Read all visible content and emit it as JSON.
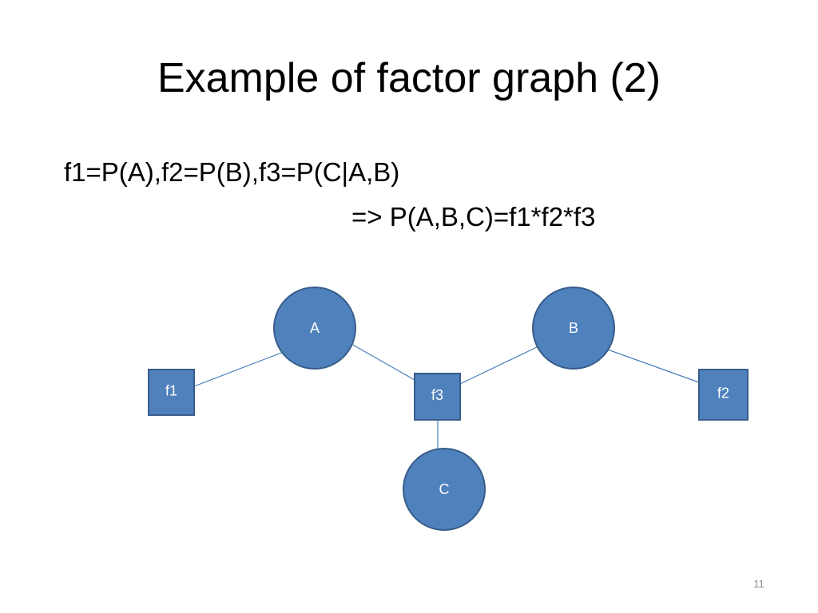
{
  "slide": {
    "title": "Example of factor graph (2)",
    "equations": [
      "f1=P(A),f2=P(B),f3=P(C|A,B)",
      "=> P(A,B,C)=f1*f2*f3"
    ],
    "page_number": "11"
  },
  "graph": {
    "variables": [
      {
        "id": "A",
        "label": "A"
      },
      {
        "id": "B",
        "label": "B"
      },
      {
        "id": "C",
        "label": "C"
      }
    ],
    "factors": [
      {
        "id": "f1",
        "label": "f1"
      },
      {
        "id": "f2",
        "label": "f2"
      },
      {
        "id": "f3",
        "label": "f3"
      }
    ],
    "edges": [
      {
        "from": "A",
        "to": "f1"
      },
      {
        "from": "A",
        "to": "f3"
      },
      {
        "from": "B",
        "to": "f3"
      },
      {
        "from": "B",
        "to": "f2"
      },
      {
        "from": "C",
        "to": "f3"
      }
    ],
    "colors": {
      "node_fill": "#4f81bd",
      "node_stroke": "#385d8a",
      "edge": "#4a7ebb",
      "label": "#ffffff"
    }
  }
}
